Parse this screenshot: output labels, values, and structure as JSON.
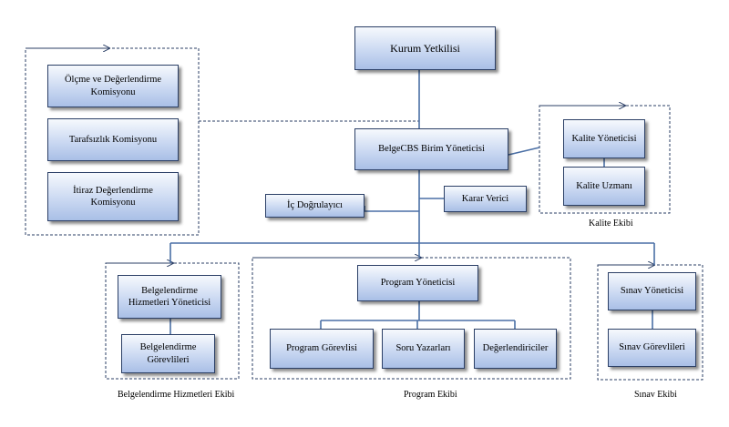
{
  "nodes": {
    "kurum_yetkilisi": "Kurum Yetkilisi",
    "olcme_degerlendirme": "Ölçme ve Değerlendirme Komisyonu",
    "tarafsizlik": "Tarafsızlık Komisyonu",
    "itiraz": "İtiraz  Değerlendirme Komisyonu",
    "birim_yoneticisi": "BelgeCBS Birim Yöneticisi",
    "kalite_yoneticisi": "Kalite Yöneticisi",
    "kalite_uzmani": "Kalite Uzmanı",
    "ic_dogrulayici": "İç Doğrulayıcı",
    "karar_verici": "Karar Verici",
    "bh_yoneticisi": "Belgelendirme Hizmetleri Yöneticisi",
    "bh_gorevlileri": "Belgelendirme Görevlileri",
    "program_yoneticisi": "Program Yöneticisi",
    "program_gorevlisi": "Program Görevlisi",
    "soru_yazarlari": "Soru Yazarları",
    "degerlendiriciler": "Değerlendiriciler",
    "sinav_yoneticisi": "Sınav Yöneticisi",
    "sinav_gorevlileri": "Sınav Görevlileri"
  },
  "groups": {
    "kalite": "Kalite Ekibi",
    "belgelendirme": "Belgelendirme Hizmetleri Ekibi",
    "program": "Program Ekibi",
    "sinav": "Sınav Ekibi"
  },
  "colors": {
    "box_top": "#f6f9fd",
    "box_bottom": "#a9bfe6",
    "box_border": "#2b3f66",
    "line": "#4a6fa5",
    "dashed": "#2b3f66"
  }
}
